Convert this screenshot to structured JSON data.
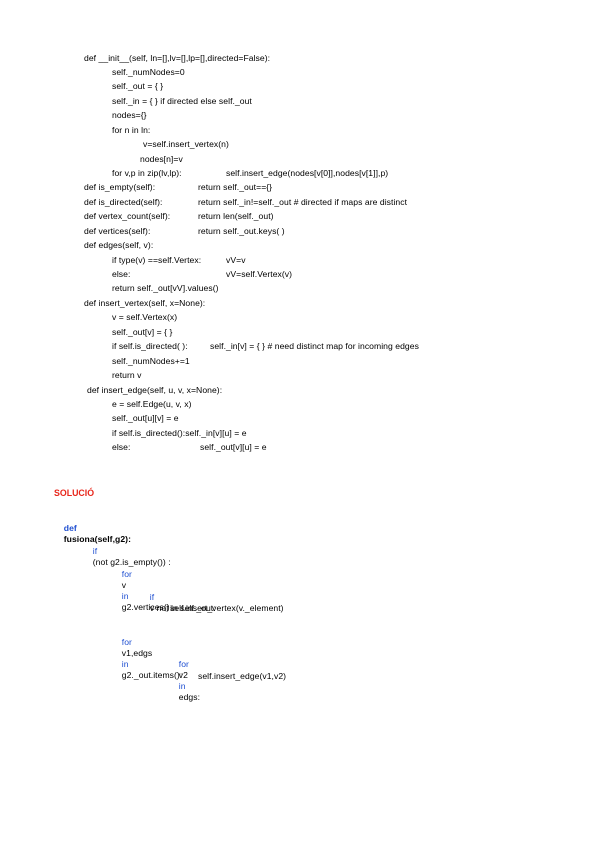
{
  "colors": {
    "text": "#000000",
    "keyword": "#1f4fd1",
    "heading": "#e8261b"
  },
  "code_original": [
    "def __init__(self, ln=[],lv=[],lp=[],directed=False):",
    "self._numNodes=0",
    "self._out = { }",
    "self._in = { } if directed else self._out",
    "nodes={}",
    "for n in ln:",
    "v=self.insert_vertex(n)",
    "nodes[n]=v",
    "for v,p in zip(lv,lp):",
    "self.insert_edge(nodes[v[0]],nodes[v[1]],p)",
    "def is_empty(self):",
    "return self._out=={}",
    "def is_directed(self):",
    "return self._in!=self._out # directed if maps are distinct",
    "def vertex_count(self):",
    "return len(self._out)",
    "def vertices(self):",
    "return self._out.keys( )",
    "def edges(self, v):",
    "if type(v) ==self.Vertex:",
    "vV=v",
    "else:",
    "vV=self.Vertex(v)",
    "return self._out[vV].values()",
    "def insert_vertex(self, x=None):",
    "v = self.Vertex(x)",
    "self._out[v] = { }",
    "if self.is_directed( ):",
    "self._in[v] = { } # need distinct map for incoming edges",
    "self._numNodes+=1",
    "return v",
    "def insert_edge(self, u, v, x=None):",
    "e = self.Edge(u, v, x)",
    "self._out[u][v] = e",
    "if self.is_directed():self._in[v][u] = e",
    "else:",
    "self._out[v][u] = e"
  ],
  "solution": {
    "heading": "SOLUCIÓ",
    "def_kw": "def",
    "func_sig": "fusiona(self,g2):",
    "if_kw": "if",
    "if_cond": "(not g2.is_empty()) :",
    "for1_kw": "for",
    "for1_var": "v",
    "in1_kw": "in",
    "for1_iter": "g2.vertices():",
    "if2_kw": "if",
    "if2_cond": "v not in self._out:",
    "stmt1": "self.insert_vertex(v._element)",
    "for2_kw": "for",
    "for2_var": "v1,edgs",
    "in2_kw": "in",
    "for2_iter": "g2._out.items():",
    "for3_kw": "for",
    "for3_var": "v2",
    "in3_kw": "in",
    "for3_iter": "edgs:",
    "stmt2": "self.insert_edge(v1,v2)"
  }
}
